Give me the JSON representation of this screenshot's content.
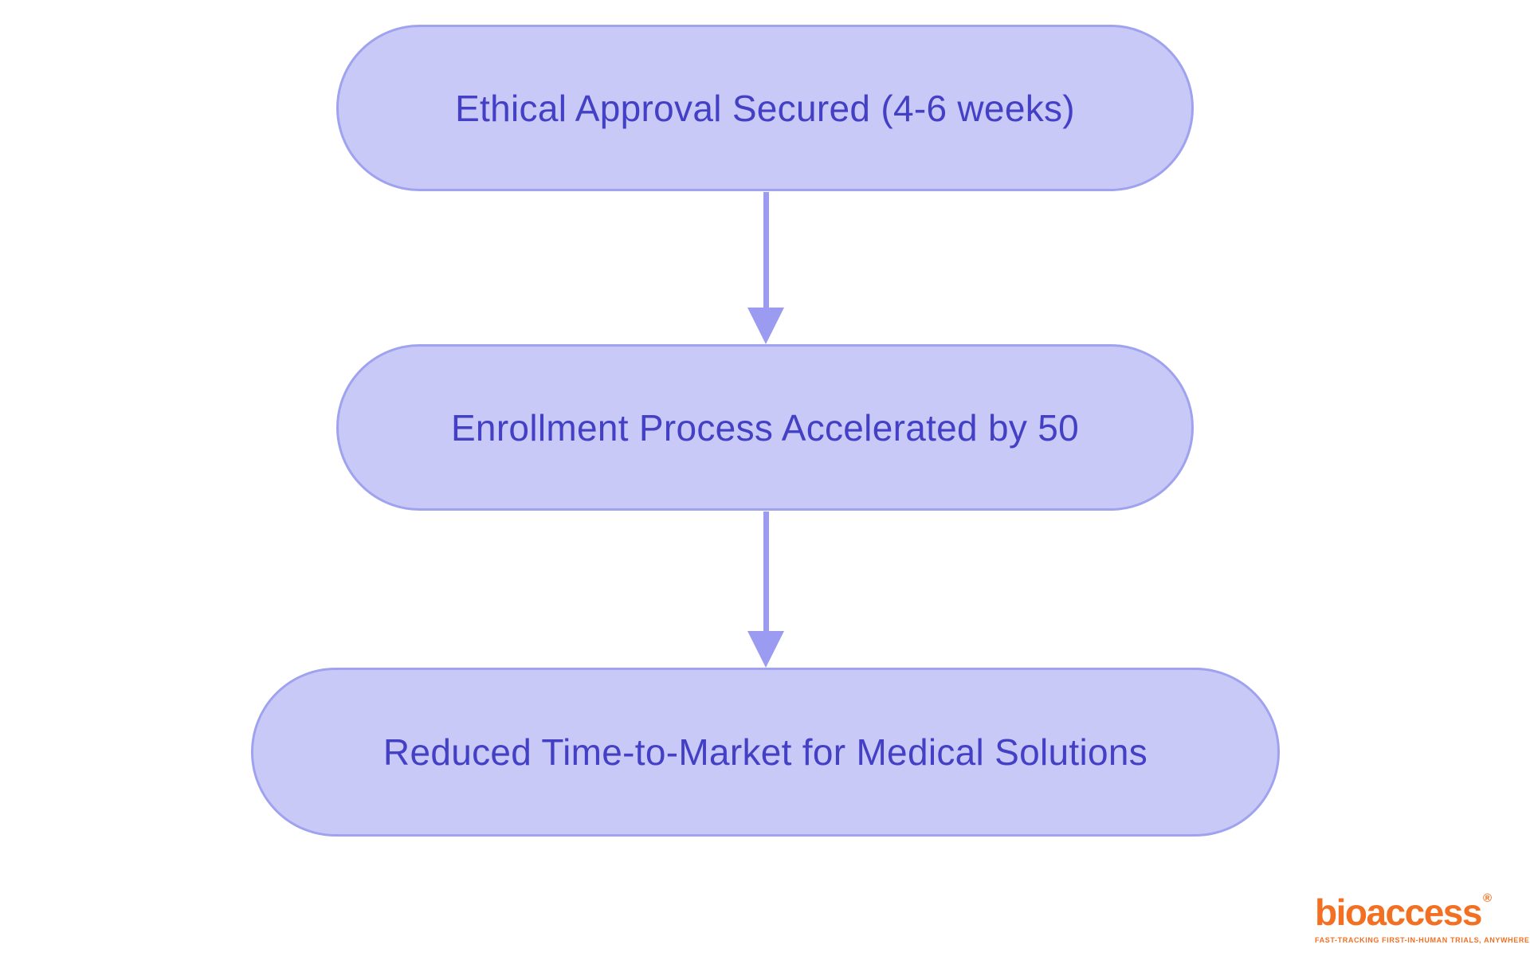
{
  "canvas": {
    "background": "#ffffff"
  },
  "flowchart": {
    "nodes": [
      {
        "id": "node-1",
        "label": "Ethical Approval Secured (4-6 weeks)"
      },
      {
        "id": "node-2",
        "label": "Enrollment Process Accelerated by 50"
      },
      {
        "id": "node-3",
        "label": "Reduced Time-to-Market for Medical Solutions"
      }
    ],
    "edges": [
      {
        "from": "node-1",
        "to": "node-2"
      },
      {
        "from": "node-2",
        "to": "node-3"
      }
    ]
  },
  "colors": {
    "node_fill": "#c9c9f7",
    "node_border": "#9fa3ef",
    "node_text": "#4340c6",
    "arrow": "#9b9bf1",
    "logo": "#f36f21"
  },
  "logo": {
    "wordmark": "bioaccess",
    "registered_mark": "®",
    "tagline": "FAST-TRACKING FIRST-IN-HUMAN TRIALS, ANYWHERE"
  }
}
